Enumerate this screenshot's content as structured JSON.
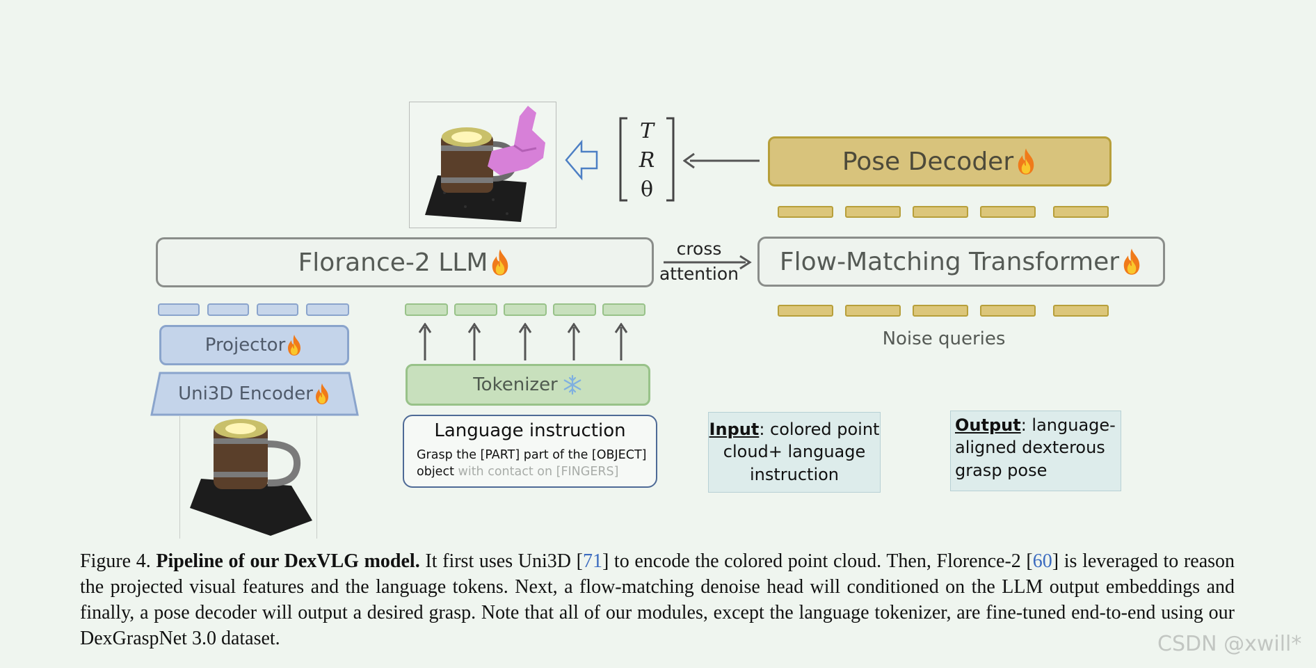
{
  "diagram": {
    "llm_label": "Florance-2 LLM",
    "fm_label": "Flow-Matching Transformer",
    "pose_decoder_label": "Pose Decoder",
    "cross_attention": [
      "cross",
      "attention"
    ],
    "projector_label": "Projector",
    "encoder_label": "Uni3D Encoder",
    "tokenizer_label": "Tokenizer",
    "noise_queries_label": "Noise queries",
    "output_vector": [
      "T",
      "R",
      "θ"
    ],
    "language_instruction": {
      "title": "Language instruction",
      "line1": "Grasp the [PART] part of the [OBJECT]",
      "line2_prefix": "object",
      "line2_suffix": "with contact on [FINGERS]"
    },
    "input_box": {
      "label": "Input",
      "text": ": colored point cloud+ language instruction"
    },
    "output_box": {
      "label": "Output",
      "text": ": language-aligned dexterous grasp pose"
    },
    "colors": {
      "trainable_flame": "#f07a1a",
      "frozen": "#7fb0e0",
      "pose_decoder": "#d8c37c",
      "tokens_blue": "#c7d6ea",
      "tokens_green": "#c8e0bd"
    },
    "icons": [
      "flame-icon",
      "snowflake-icon",
      "hollow-arrow-left-icon",
      "arrow-left-icon",
      "arrow-right-icon",
      "arrow-up-icon"
    ]
  },
  "caption": {
    "figure_label": "Figure 4.",
    "bold_title": "Pipeline of our DexVLG model.",
    "seg1": " It first uses Uni3D [",
    "ref1": "71",
    "seg2": "] to encode the colored point cloud. Then, Florence-2 [",
    "ref2": "60",
    "seg3": "] is leveraged to reason the projected visual features and the language tokens. Next, a flow-matching denoise head will conditioned on the LLM output embeddings and finally, a pose decoder will output a desired grasp.  Note that all of our modules, except the language tokenizer, are fine-tuned end-to-end using our DexGraspNet 3.0 dataset."
  },
  "watermark": "CSDN @xwill*"
}
